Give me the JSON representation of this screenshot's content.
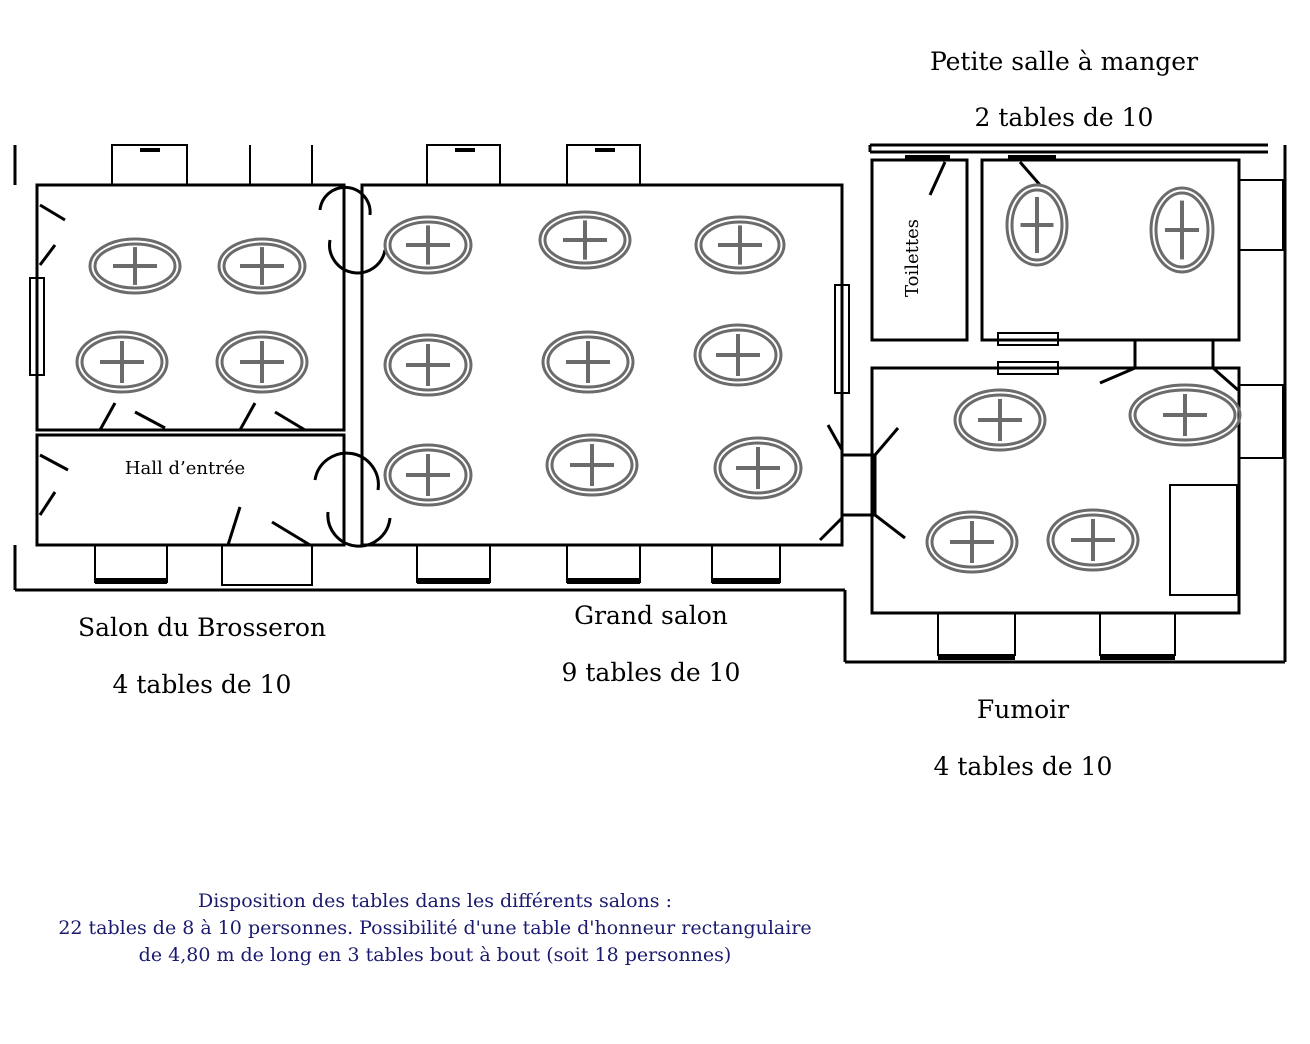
{
  "rooms": {
    "petite_salle": {
      "name": "Petite salle à manger",
      "tables": "2 tables de 10"
    },
    "brosseron": {
      "name": "Salon du Brosseron",
      "tables": "4 tables de 10"
    },
    "grand_salon": {
      "name": "Grand salon",
      "tables": "9 tables de 10"
    },
    "fumoir": {
      "name": "Fumoir",
      "tables": "4 tables de 10"
    },
    "hall": {
      "name": "Hall d’entrée"
    },
    "toilettes": {
      "name": "Toilettes"
    }
  },
  "caption": {
    "line1": "Disposition des tables dans les différents salons :",
    "line2": "22 tables de 8 à 10 personnes. Possibilité d'une table d'honneur rectangulaire",
    "line3": "de 4,80 m de long en 3 tables bout à bout (soit 18 personnes)"
  },
  "colors": {
    "walls": "#000000",
    "tables": "#6b6b6b",
    "caption": "#1a1a6e"
  }
}
